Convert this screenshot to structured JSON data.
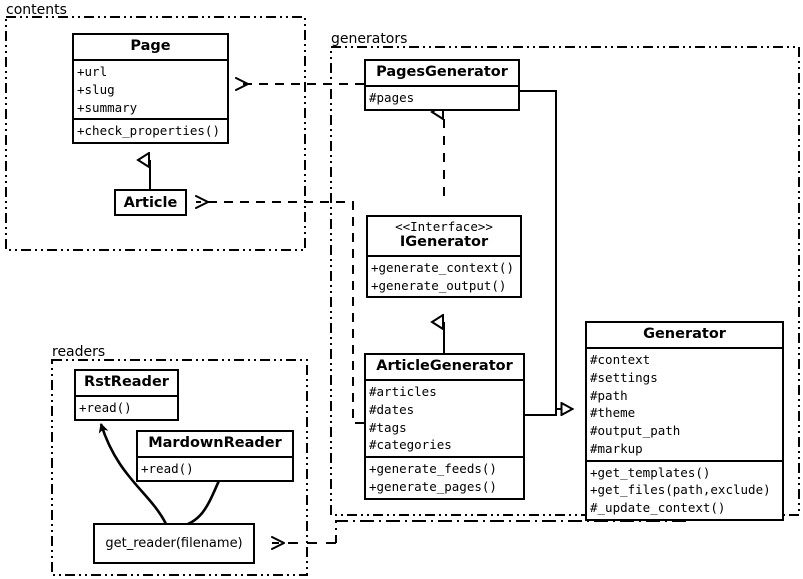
{
  "diagram": {
    "title": "Pelican architecture UML class diagram",
    "stroke_color": "#000000",
    "background": "#ffffff"
  },
  "packages": [
    {
      "id": "contents",
      "label": "contents"
    },
    {
      "id": "generators",
      "label": "generators"
    },
    {
      "id": "readers",
      "label": "readers"
    }
  ],
  "classes": {
    "page": {
      "name": "Page",
      "attributes": [
        "+url",
        "+slug",
        "+summary"
      ],
      "methods": [
        "+check_properties()"
      ]
    },
    "article": {
      "name": "Article",
      "attributes": [],
      "methods": []
    },
    "pages_generator": {
      "name": "PagesGenerator",
      "attributes": [
        "#pages"
      ],
      "methods": []
    },
    "igenerator": {
      "stereotype": "<<Interface>>",
      "name": "IGenerator",
      "attributes": [],
      "methods": [
        "+generate_context()",
        "+generate_output()"
      ]
    },
    "article_generator": {
      "name": "ArticleGenerator",
      "attributes": [
        "#articles",
        "#dates",
        "#tags",
        "#categories"
      ],
      "methods": [
        "+generate_feeds()",
        "+generate_pages()"
      ]
    },
    "generator": {
      "name": "Generator",
      "attributes": [
        "#context",
        "#settings",
        "#path",
        "#theme",
        "#output_path",
        "#markup"
      ],
      "methods": [
        "+get_templates()",
        "+get_files(path,exclude)",
        "#_update_context()"
      ]
    },
    "rst_reader": {
      "name": "RstReader",
      "attributes": [],
      "methods": [
        "+read()"
      ]
    },
    "mardown_reader": {
      "name": "MardownReader",
      "attributes": [],
      "methods": [
        "+read()"
      ]
    },
    "get_reader": {
      "name": "get_reader(filename)"
    }
  },
  "relationships": [
    {
      "id": "article-inherits-page",
      "from": "Article",
      "to": "Page",
      "type": "generalization"
    },
    {
      "id": "pagesgenerator-uses-page",
      "from": "PagesGenerator",
      "to": "Page",
      "type": "dependency"
    },
    {
      "id": "articlegenerator-uses-article",
      "from": "ArticleGenerator",
      "to": "Article",
      "type": "dependency"
    },
    {
      "id": "pagesgenerator-realizes-igenerator",
      "from": "PagesGenerator",
      "to": "IGenerator",
      "type": "realization"
    },
    {
      "id": "articlegenerator-inherits-igenerator",
      "from": "ArticleGenerator",
      "to": "IGenerator",
      "type": "generalization"
    },
    {
      "id": "pagesgenerator-inherits-generator",
      "from": "PagesGenerator",
      "to": "Generator",
      "type": "generalization"
    },
    {
      "id": "articlegenerator-inherits-generator",
      "from": "ArticleGenerator",
      "to": "Generator",
      "type": "generalization"
    },
    {
      "id": "generator-uses-getreader",
      "from": "Generator",
      "to": "get_reader(filename)",
      "type": "dependency"
    },
    {
      "id": "getreader-returns-rstreader",
      "from": "get_reader(filename)",
      "to": "RstReader",
      "type": "flow"
    },
    {
      "id": "getreader-returns-mardownreader",
      "from": "get_reader(filename)",
      "to": "MardownReader",
      "type": "flow"
    }
  ]
}
